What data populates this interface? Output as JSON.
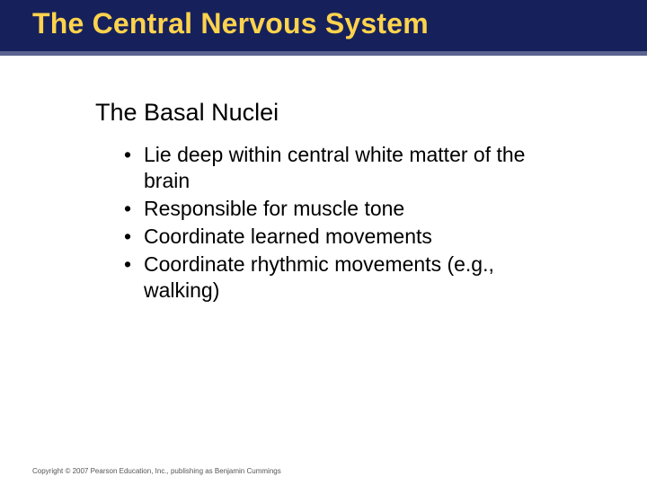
{
  "slide": {
    "title": "The Central Nervous System",
    "heading": "The Basal Nuclei",
    "bullet_char": "•",
    "bullets": [
      "Lie deep within central white matter of the brain",
      "Responsible for muscle tone",
      "Coordinate learned movements",
      "Coordinate rhythmic movements (e.g., walking)"
    ],
    "footer": "Copyright © 2007 Pearson Education, Inc., publishing as Benjamin Cummings",
    "colors": {
      "title_bar": "#16215c",
      "title_text": "#ffd34d",
      "accent_bar": "#5a6490",
      "body_text": "#000000",
      "footer_text": "#555555",
      "background": "#ffffff"
    }
  }
}
